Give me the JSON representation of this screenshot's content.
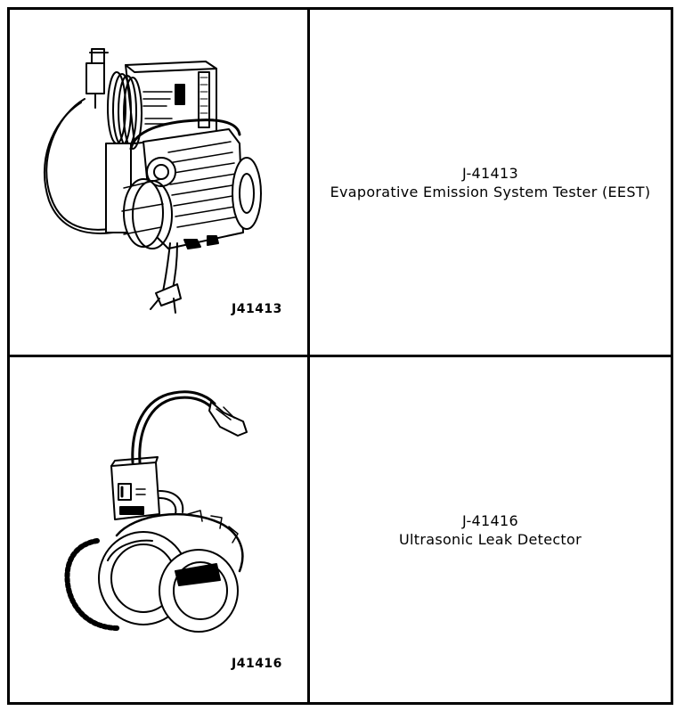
{
  "tools": [
    {
      "image_code": "J41413",
      "number": "J-41413",
      "name": "Evaporative Emission System Tester (EEST)",
      "illustration": "eest-tester-illustration"
    },
    {
      "image_code": "J41416",
      "number": "J-41416",
      "name": "Ultrasonic Leak Detector",
      "illustration": "ultrasonic-leak-detector-illustration"
    }
  ]
}
